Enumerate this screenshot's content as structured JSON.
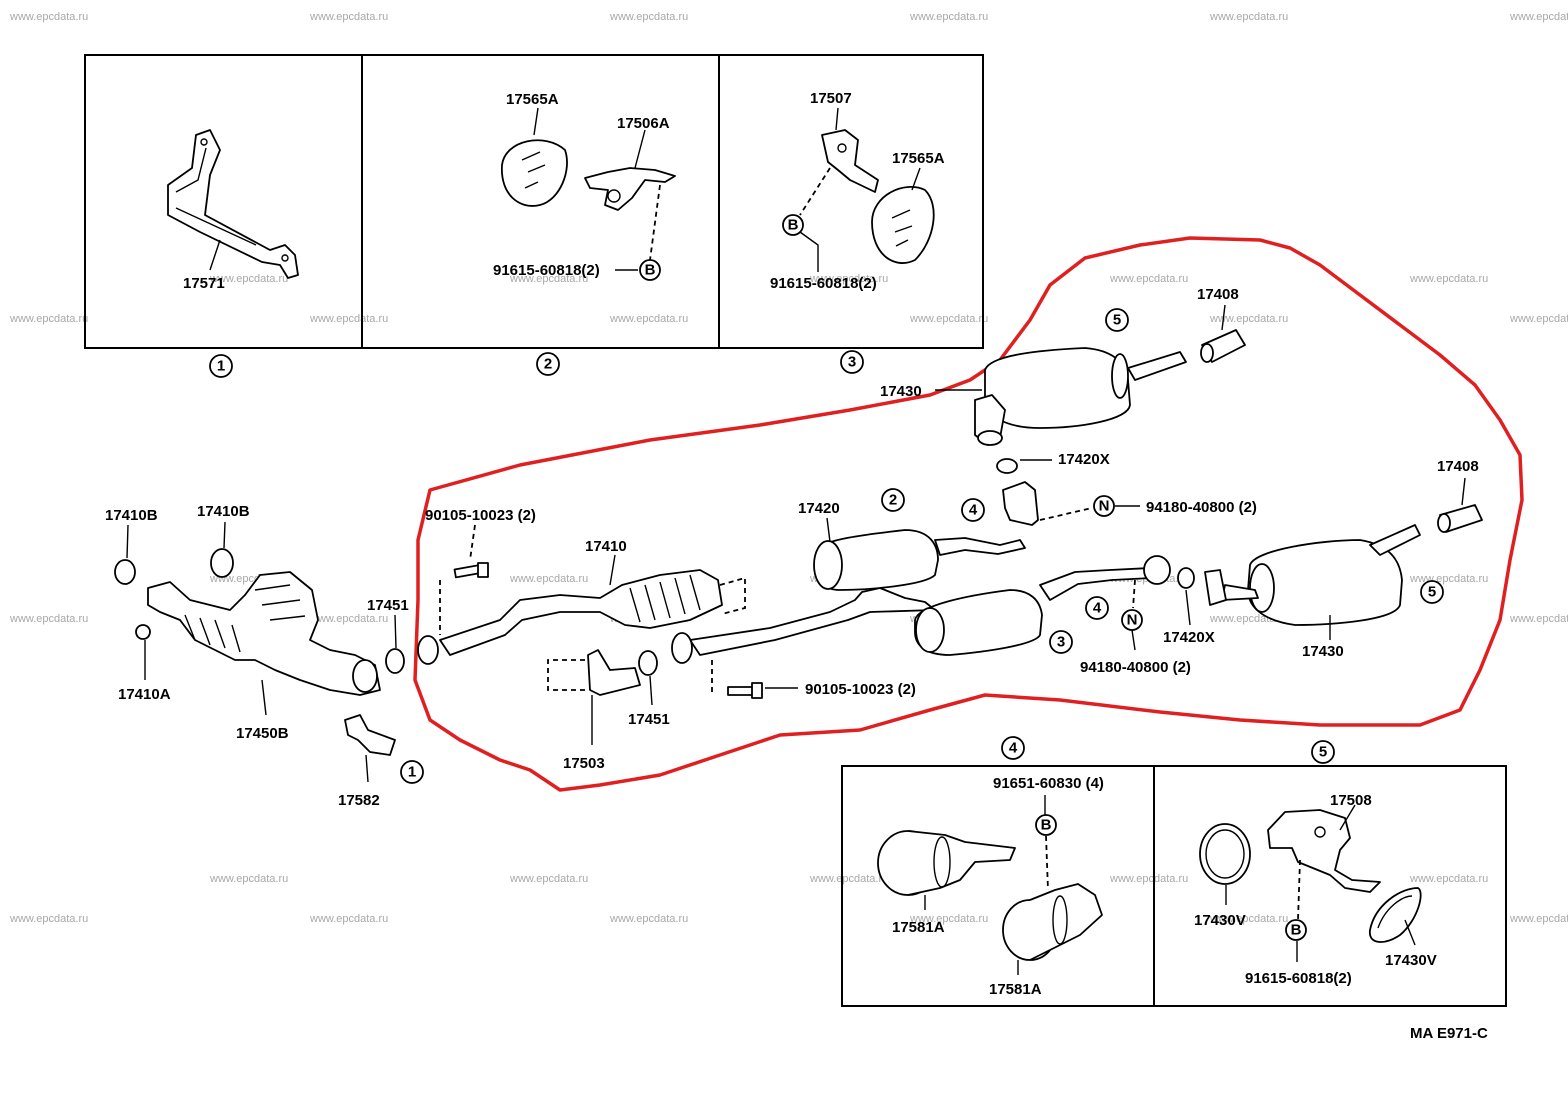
{
  "watermark": "www.epcdata.ru",
  "diagram_code": "MA E971-C",
  "accent_color": "#e02020",
  "callouts": {
    "c1": "1",
    "c2": "2",
    "c3": "3",
    "c4": "4",
    "c5": "5",
    "bolt": "B",
    "nut": "N"
  },
  "labels": {
    "p17571": "17571",
    "p17565A_a": "17565A",
    "p17506A": "17506A",
    "p91615_a": "91615-60818(2)",
    "p17507": "17507",
    "p17565A_b": "17565A",
    "p91615_b": "91615-60818(2)",
    "p17408_top": "17408",
    "p17430_top": "17430",
    "p17420X": "17420X",
    "p17408_right": "17408",
    "p17410B_a": "17410B",
    "p17410B_b": "17410B",
    "p90105_top": "90105-10023 (2)",
    "p17410": "17410",
    "p17420": "17420",
    "p94180_top": "94180-40800 (2)",
    "p17451_left": "17451",
    "p17410A": "17410A",
    "p17450B": "17450B",
    "p17582": "17582",
    "p17503": "17503",
    "p17451_mid": "17451",
    "p90105_bot": "90105-10023 (2)",
    "p94180_bot": "94180-40800 (2)",
    "p17420X_b": "17420X",
    "p17430_right": "17430",
    "p91651": "91651-60830 (4)",
    "p17581A_a": "17581A",
    "p17581A_b": "17581A",
    "p17508": "17508",
    "p17430V_a": "17430V",
    "p17430V_b": "17430V",
    "p91615_c": "91615-60818(2)"
  }
}
